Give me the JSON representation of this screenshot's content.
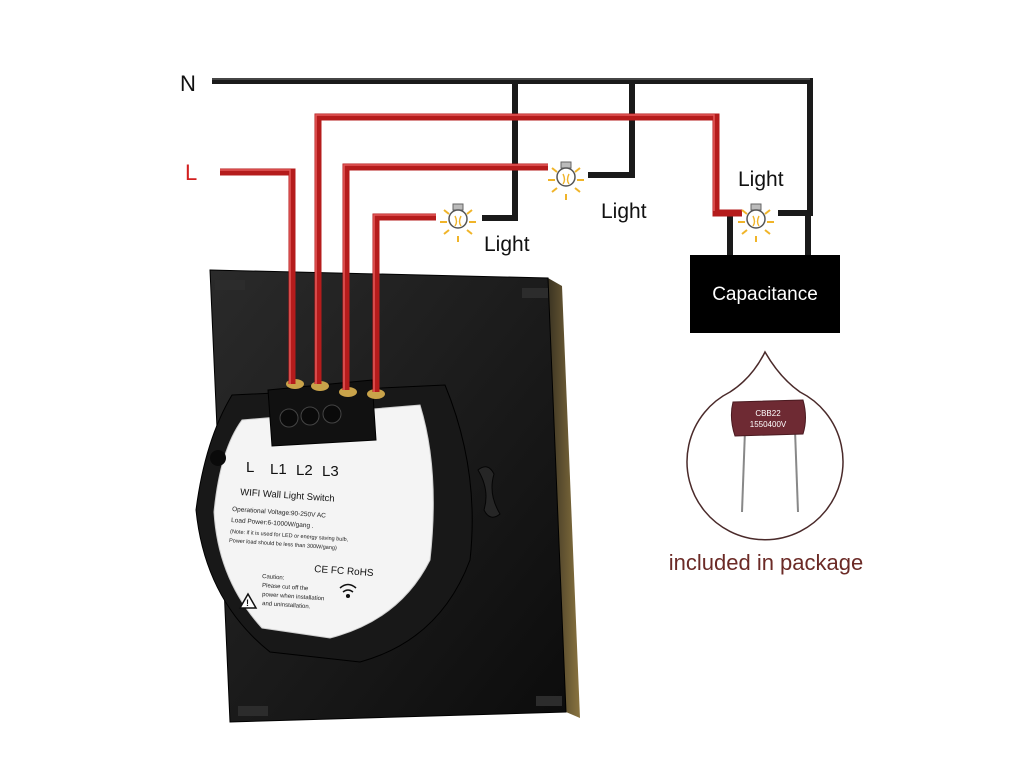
{
  "wire_labels": {
    "neutral": "N",
    "live": "L"
  },
  "lights": [
    {
      "label": "Light"
    },
    {
      "label": "Light"
    },
    {
      "label": "Light"
    }
  ],
  "capacitance_box": {
    "label": "Capacitance"
  },
  "capacitor": {
    "line1": "CBB22",
    "line2": "1550400V"
  },
  "package_note": "included in package",
  "switch": {
    "terminals": [
      "L",
      "L1",
      "L2",
      "L3"
    ],
    "title": "WIFI Wall Light Switch",
    "spec_lines": [
      "Operational Voltage:90-250V AC",
      "Load Power:6-1000W/gang .",
      "(Note: if it is used for LED or energy saving bulb,",
      "Power load should be less than 300W/gang)"
    ],
    "cert_marks": "CE FC RoHS",
    "caution_lines": [
      "Caution:",
      "Please cut off the",
      "power when installation",
      "and uninstallation."
    ]
  },
  "colors": {
    "neutral_wire": "#1a1a1a",
    "live_wire": "#b51c1c",
    "live_label": "#d21f1f",
    "package_text": "#6b2a26",
    "bubble_outline": "#4a2a2a",
    "capacitor_body": "#6e2a33",
    "switch_body": "#141414",
    "label_panel": "#f4f4f4"
  }
}
